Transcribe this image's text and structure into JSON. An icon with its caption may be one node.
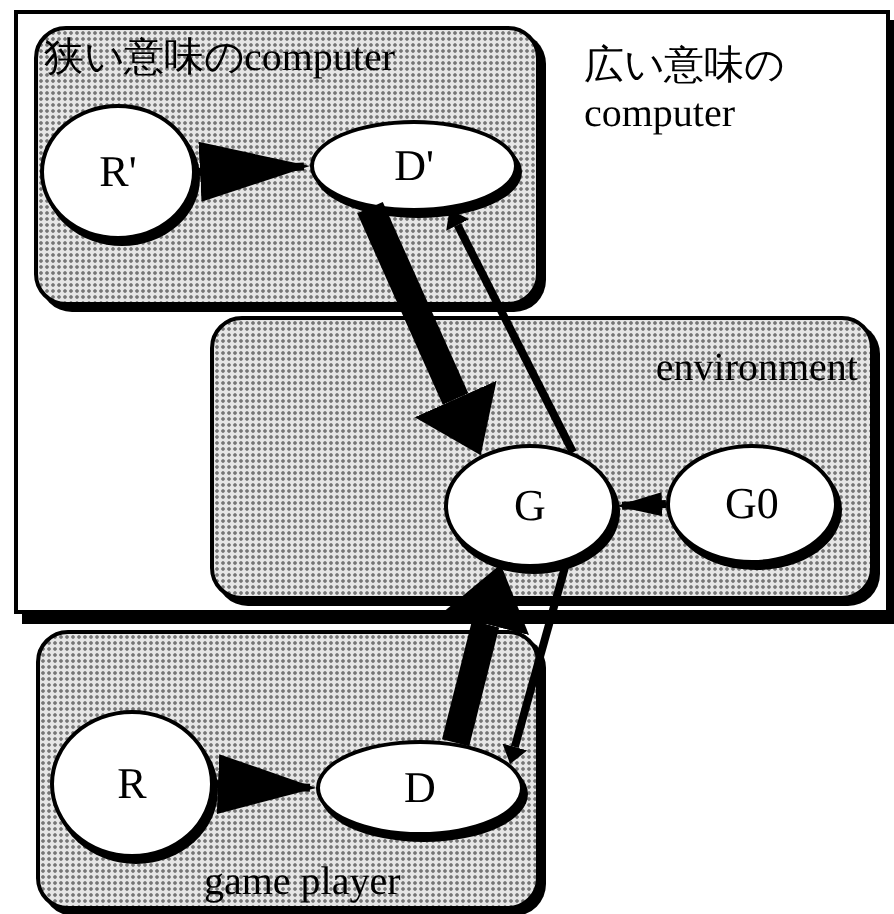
{
  "diagram": {
    "nodes": [
      {
        "text": [
          "広い意味のcomputer"
        ]
      },
      {
        "text": [
          "狭い意味のcomputer"
        ],
        "in": 0
      },
      {
        "text": [
          "R'"
        ],
        "in": 1
      },
      {
        "text": [
          "D'"
        ],
        "in": 1
      },
      {
        "text": [
          "environment"
        ],
        "in": 0
      },
      {
        "text": [
          "G"
        ],
        "in": 4
      },
      {
        "text": [
          "G0"
        ],
        "in": 4
      },
      {
        "text": [
          "game player"
        ]
      },
      {
        "text": [
          "R"
        ],
        "in": 7
      },
      {
        "text": [
          "D"
        ],
        "in": 7
      }
    ],
    "edges": [
      {
        "from": 2,
        "to": 3,
        "arrow": "to"
      },
      {
        "from": 3,
        "to": 5,
        "arrow": "to",
        "style": "thick"
      },
      {
        "from": 5,
        "to": 3,
        "arrow": "to"
      },
      {
        "from": 6,
        "to": 5,
        "arrow": "to"
      },
      {
        "from": 8,
        "to": 9,
        "arrow": "to"
      },
      {
        "from": 9,
        "to": 5,
        "arrow": "to",
        "style": "thick"
      },
      {
        "from": 5,
        "to": 9,
        "arrow": "to"
      }
    ]
  }
}
